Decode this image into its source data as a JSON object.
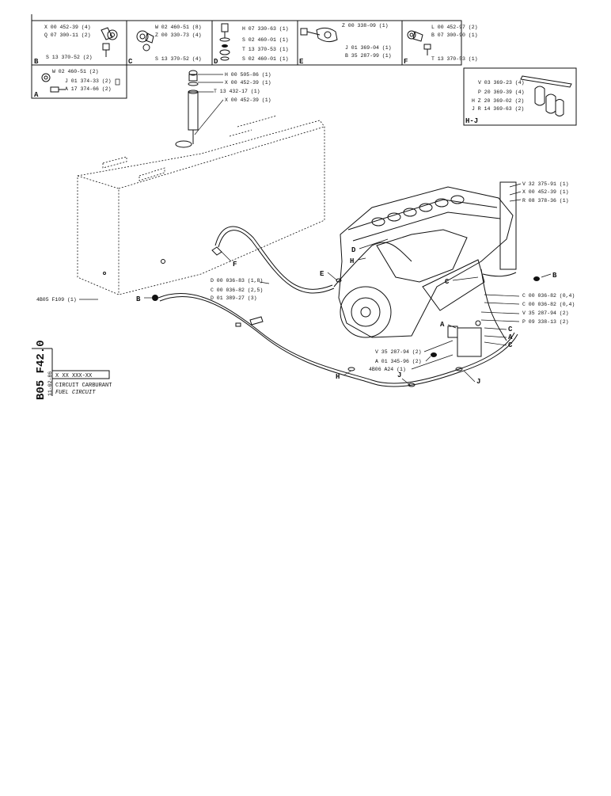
{
  "sheet": {
    "code": "B05 F42.0",
    "date": "11-02-86",
    "ref": "X XX XXX-XX",
    "title_fr": "CIRCUIT CARBURANT",
    "title_en": "FUEL CIRCUIT"
  },
  "detail_boxes": {
    "B": {
      "letter": "B",
      "parts": [
        "X 00 452-39 (4)",
        "Q 07 300-11 (2)",
        "S 13 370-52 (2)"
      ]
    },
    "C": {
      "letter": "C",
      "parts": [
        "W 02 460-51 (8)",
        "Z 00 330-73 (4)",
        "S 13 370-52 (4)"
      ]
    },
    "D": {
      "letter": "D",
      "parts": [
        "H 07 330-63 (1)",
        "S 02 460-01 (1)",
        "T 13 370-53 (1)",
        "S 02 460-01 (1)"
      ]
    },
    "E": {
      "letter": "E",
      "parts": [
        "Z 00 338-09 (1)",
        "J 01 369-04 (1)",
        "B 35 287-99 (1)"
      ]
    },
    "F": {
      "letter": "F",
      "parts": [
        "L 00 452-97 (2)",
        "B 07 300-90 (1)",
        "T 13 370-53 (1)"
      ]
    },
    "A": {
      "letter": "A",
      "parts": [
        "W 02 460-51 (2)",
        "J 01 374-33 (2)",
        "A 17 374-66 (2)"
      ]
    },
    "HJ": {
      "letter": "H-J",
      "parts": [
        "V 03 369-23 (4)",
        "P 20 369-39 (4)",
        "H Z 20 369-02 (2)",
        "J R 14 369-63 (2)"
      ]
    }
  },
  "tank_parts": [
    "H 00 505-86 (1)",
    "X 00 452-39 (1)",
    "T 13 432-17 (1)",
    "X 00 452-39 (1)"
  ],
  "engine_parts": [
    "V 32 375-91 (1)",
    "X 00 452-39 (1)",
    "R 08 378-36 (1)"
  ],
  "pipe_parts": [
    "D 00 036-83 (1,8)",
    "C 00 036-82 (2,5)",
    "D 01 389-27 (3)"
  ],
  "right_parts": [
    "C 00 036-82 (0,4)",
    "C 00 036-82 (0,4)",
    "V 35 287-94 (2)",
    "P 09 338-13 (2)"
  ],
  "filter_parts": [
    "V 35 287-94 (2)",
    "A 01 345-96 (2)",
    "4B06 A24 (1)"
  ],
  "tank_ref": "4B05 F109 (1)",
  "callouts": {
    "F": "F",
    "D": "D",
    "H1": "H",
    "E": "E",
    "B1": "B",
    "C1": "C",
    "B2": "B",
    "A1": "A",
    "C2": "C",
    "A2": "A",
    "C3": "C",
    "H2": "H",
    "J1": "J",
    "J2": "J"
  }
}
